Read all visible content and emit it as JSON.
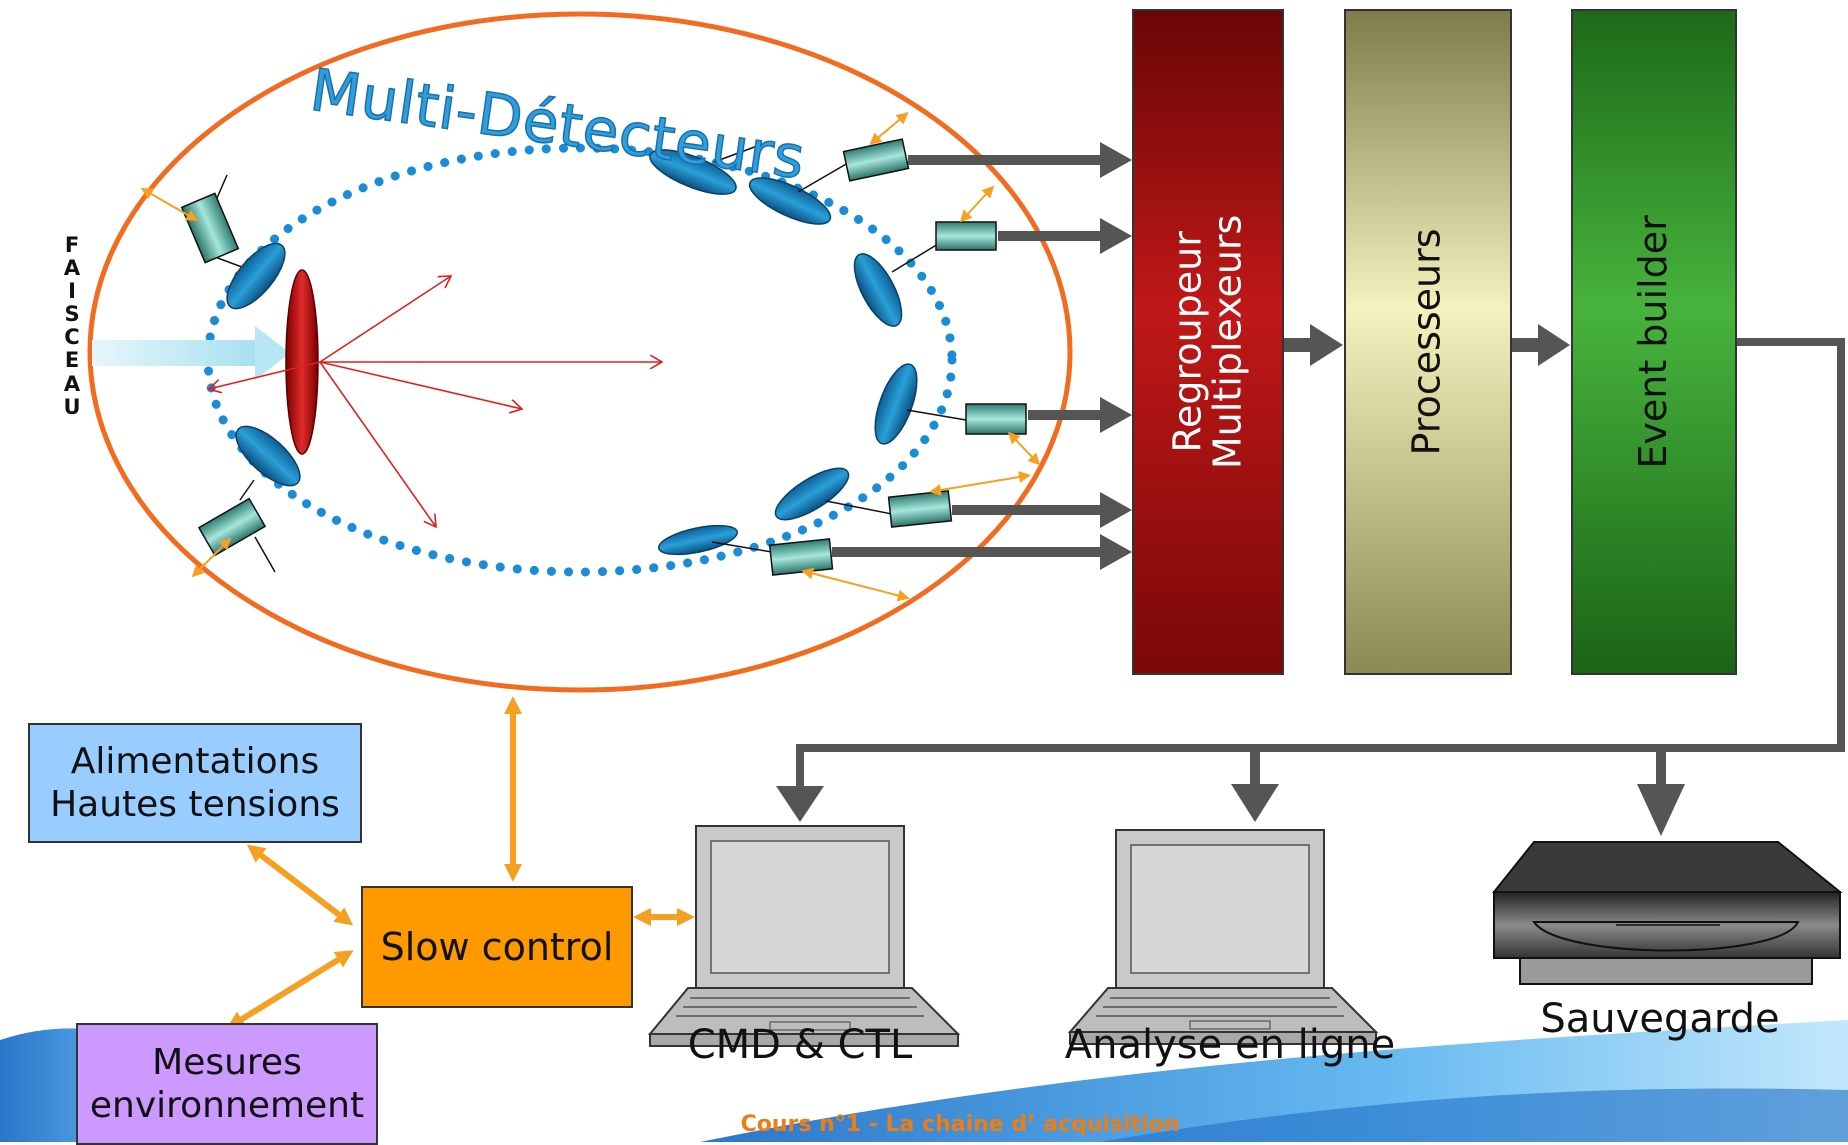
{
  "diagram": {
    "title": "Multi-Détecteurs",
    "beam_label": "FAISCEAU",
    "stages": [
      {
        "id": "regroupeur",
        "label": "Regroupeur\nMultiplexeurs",
        "color": "#a30f0f"
      },
      {
        "id": "processeurs",
        "label": "Processeurs",
        "color": "#c9c78a"
      },
      {
        "id": "event-builder",
        "label": "Event builder",
        "color": "#2b8a24"
      }
    ],
    "boxes": {
      "alimentations": "Alimentations\nHautes tensions",
      "slow_control": "Slow control",
      "mesures": "Mesures\nenvironnement"
    },
    "outputs": {
      "cmd": "CMD & CTL",
      "analyse": "Analyse en ligne",
      "sauvegarde": "Sauvegarde"
    },
    "footer": "Cours n°1 - La chaine d’ acquisition",
    "colors": {
      "ellipse": "#f26b1f",
      "dots": "#1a8cd8",
      "detector": "#1470a8",
      "module": "#5fb8a8",
      "orange_arrow": "#f5a021",
      "gray_arrow": "#555555",
      "alimentations_bg": "#99ccff",
      "slow_control_bg": "#ff9900",
      "mesures_bg": "#cc99ff",
      "target": "#c01010",
      "particle": "#e02020",
      "footer": "#f07d12"
    }
  }
}
